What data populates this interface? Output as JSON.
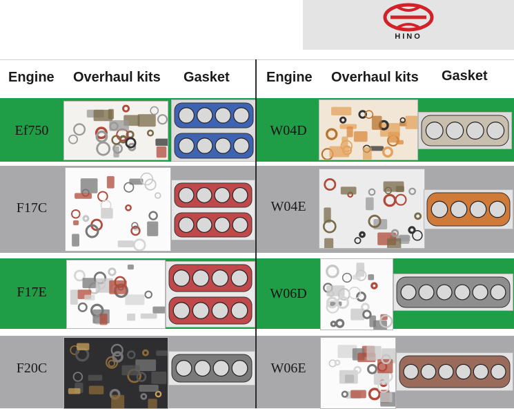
{
  "brand": {
    "logo_text": "HINO",
    "logo_color": "#d1222a"
  },
  "headers": {
    "engine_left": "Engine",
    "kits_left": "Overhaul kits",
    "gasket_left": "Gasket",
    "engine_right": "Engine",
    "kits_right": "Overhaul kits",
    "gasket_right": "Gasket"
  },
  "rows": [
    {
      "color": "#1f9e47",
      "left_engine": "Ef750",
      "right_engine": "W04D"
    },
    {
      "color": "#a9a9ab",
      "left_engine": "F17C",
      "right_engine": "W04E"
    },
    {
      "color": "#1f9e47",
      "left_engine": "F17E",
      "right_engine": "W06D"
    },
    {
      "color": "#a9a9ab",
      "left_engine": "F20C",
      "right_engine": "W06E"
    }
  ],
  "colors": {
    "green": "#1f9e47",
    "gray": "#a9a9ab",
    "gasket_blue": "#3e63b3",
    "gasket_red": "#c0484a"
  }
}
